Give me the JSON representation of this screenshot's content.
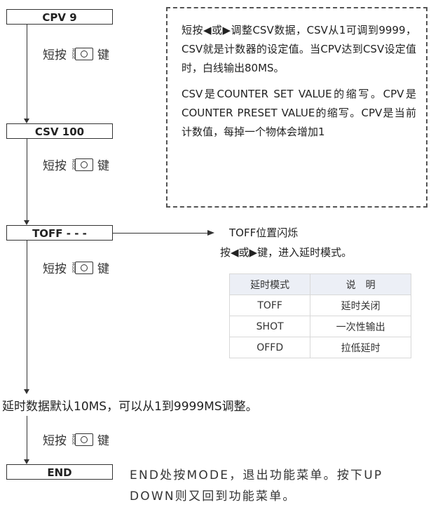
{
  "flow": {
    "box_cpv": "CPV 9",
    "box_csv": "CSV 100",
    "box_toff": "TOFF - - -",
    "box_end": "END",
    "step_prefix": "短按",
    "step_suffix": "键",
    "mode_tiny": "MODE"
  },
  "note": {
    "para1": "短按◀或▶调整CSV数据，CSV从1可调到9999，CSV就是计数器的设定值。当CPV达到CSV设定值时，白线输出80MS。",
    "para2": "CSV是COUNTER SET VALUE的缩写。CPV是COUNTER PRESET VALUE的缩写。CPV是当前计数值，每掉一个物体会增加1"
  },
  "toff": {
    "line1": "TOFF位置闪烁",
    "line2": "按◀或▶键，进入延时模式。"
  },
  "delay_table": {
    "headers": [
      "延时模式",
      "说　明"
    ],
    "rows": [
      [
        "TOFF",
        "延时关闭"
      ],
      [
        "SHOT",
        "一次性输出"
      ],
      [
        "OFFD",
        "拉低延时"
      ]
    ]
  },
  "delay_note": "延时数据默认10MS，可以从1到9999MS调整。",
  "end_note": "END处按MODE，退出功能菜单。按下UP DOWN则又回到功能菜单。"
}
